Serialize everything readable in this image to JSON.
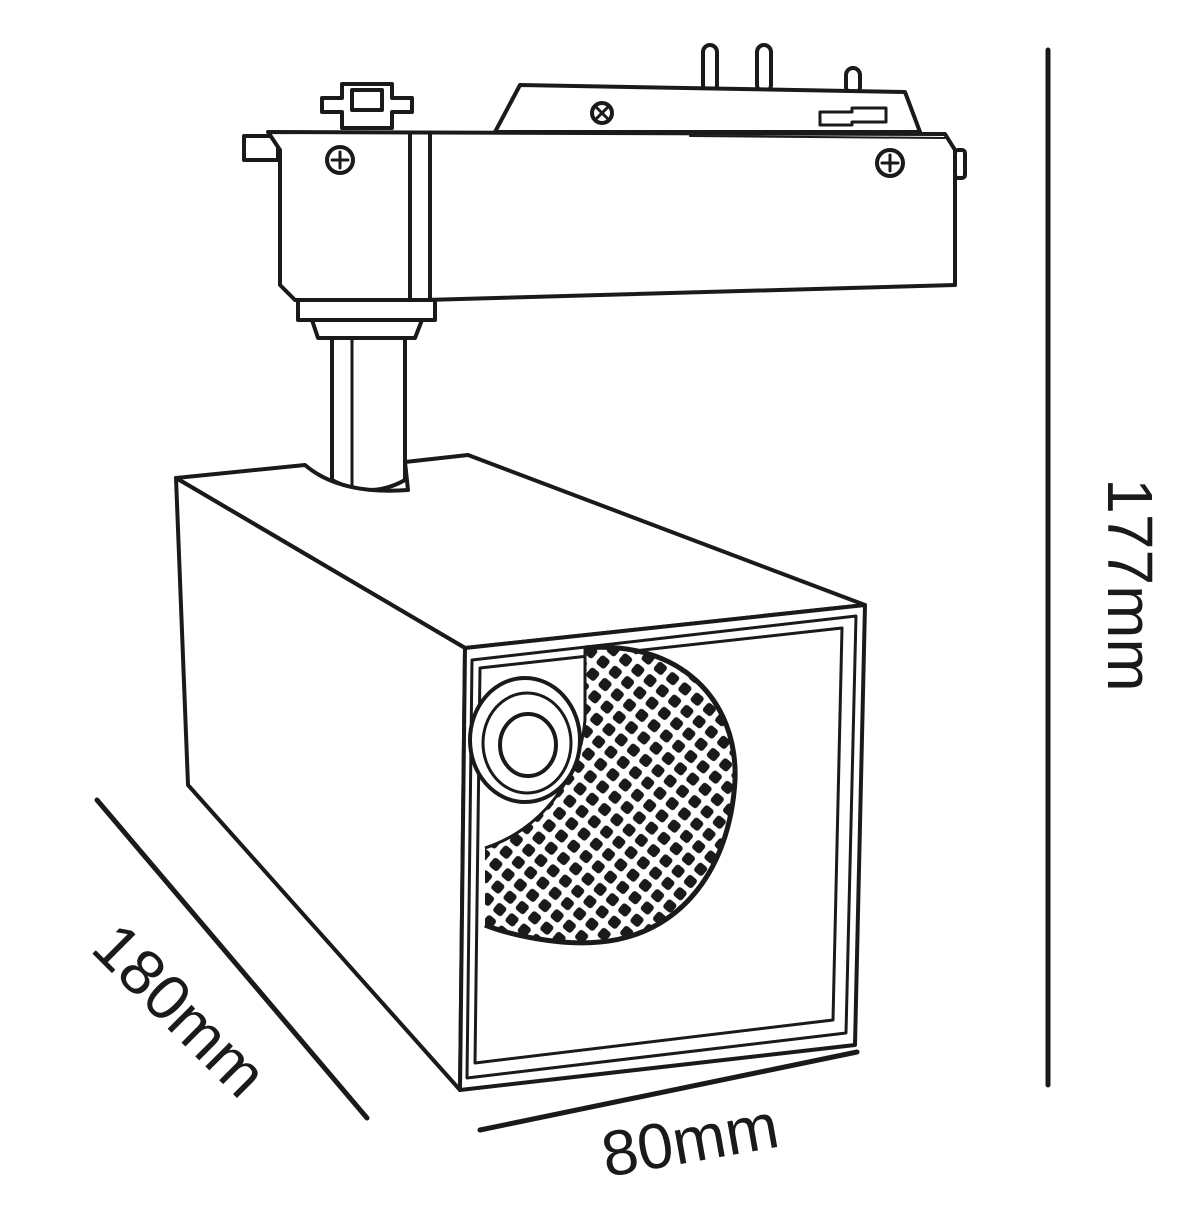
{
  "dimensions": {
    "height": "177mm",
    "depth": "180mm",
    "width": "80mm"
  },
  "colors": {
    "line": "#1a1a1a",
    "background": "#ffffff"
  }
}
